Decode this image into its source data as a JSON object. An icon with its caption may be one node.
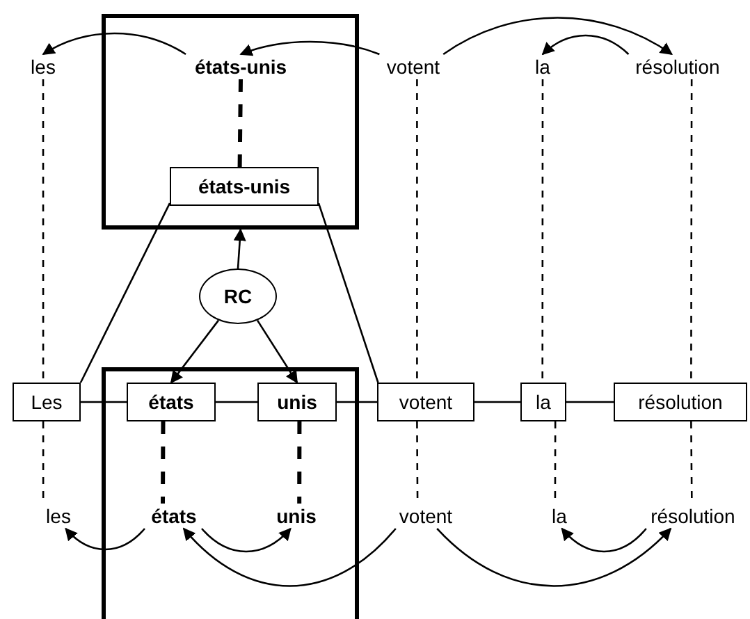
{
  "diagram": {
    "nodes": [
      {
        "text": [],
        "shape": "box"
      },
      {
        "text": [
          "les"
        ]
      },
      {
        "text": [
          "états-unis"
        ],
        "in": 0
      },
      {
        "text": [
          "votent"
        ]
      },
      {
        "text": [
          "la"
        ]
      },
      {
        "text": [
          "résolution"
        ]
      },
      {
        "text": [
          "états-unis"
        ],
        "in": 0
      },
      {
        "text": [
          "RC"
        ]
      },
      {
        "text": [
          "Les"
        ]
      },
      {
        "text": [],
        "shape": "box"
      },
      {
        "text": [
          "états"
        ],
        "in": 9
      },
      {
        "text": [
          "unis"
        ],
        "in": 9
      },
      {
        "text": [
          "votent"
        ]
      },
      {
        "text": [
          "la"
        ]
      },
      {
        "text": [
          "résolution"
        ]
      },
      {
        "text": [
          "les"
        ]
      },
      {
        "text": [
          "états"
        ],
        "in": 9
      },
      {
        "text": [
          "unis"
        ],
        "in": 9
      },
      {
        "text": [
          "votent"
        ]
      },
      {
        "text": [
          "la"
        ]
      },
      {
        "text": [
          "résolution"
        ]
      }
    ],
    "edges": [
      {
        "from": 2,
        "to": 1,
        "arrow": "to"
      },
      {
        "from": 3,
        "to": 2,
        "arrow": "to"
      },
      {
        "from": 3,
        "to": 5,
        "arrow": "to"
      },
      {
        "from": 5,
        "to": 4,
        "arrow": "to"
      },
      {
        "from": 1,
        "to": 8,
        "arrow": "none",
        "style": "dashed"
      },
      {
        "from": 2,
        "to": 6,
        "arrow": "none",
        "style": "dashed"
      },
      {
        "from": 3,
        "to": 12,
        "arrow": "none",
        "style": "dashed"
      },
      {
        "from": 4,
        "to": 13,
        "arrow": "none",
        "style": "dashed"
      },
      {
        "from": 5,
        "to": 14,
        "arrow": "none",
        "style": "dashed"
      },
      {
        "from": 6,
        "to": 8,
        "arrow": "none"
      },
      {
        "from": 6,
        "to": 12,
        "arrow": "none"
      },
      {
        "from": 7,
        "to": 0,
        "arrow": "to"
      },
      {
        "from": 7,
        "to": 10,
        "arrow": "to"
      },
      {
        "from": 7,
        "to": 11,
        "arrow": "to"
      },
      {
        "from": 8,
        "to": 10,
        "arrow": "none"
      },
      {
        "from": 10,
        "to": 11,
        "arrow": "none"
      },
      {
        "from": 11,
        "to": 12,
        "arrow": "none"
      },
      {
        "from": 12,
        "to": 13,
        "arrow": "none"
      },
      {
        "from": 13,
        "to": 14,
        "arrow": "none"
      },
      {
        "from": 8,
        "to": 15,
        "arrow": "none",
        "style": "dashed"
      },
      {
        "from": 10,
        "to": 16,
        "arrow": "none",
        "style": "dashed"
      },
      {
        "from": 11,
        "to": 17,
        "arrow": "none",
        "style": "dashed"
      },
      {
        "from": 12,
        "to": 18,
        "arrow": "none",
        "style": "dashed"
      },
      {
        "from": 13,
        "to": 19,
        "arrow": "none",
        "style": "dashed"
      },
      {
        "from": 14,
        "to": 20,
        "arrow": "none",
        "style": "dashed"
      },
      {
        "from": 16,
        "to": 15,
        "arrow": "to"
      },
      {
        "from": 16,
        "to": 17,
        "arrow": "to"
      },
      {
        "from": 18,
        "to": 16,
        "arrow": "to"
      },
      {
        "from": 18,
        "to": 20,
        "arrow": "to"
      },
      {
        "from": 20,
        "to": 19,
        "arrow": "to"
      }
    ]
  }
}
